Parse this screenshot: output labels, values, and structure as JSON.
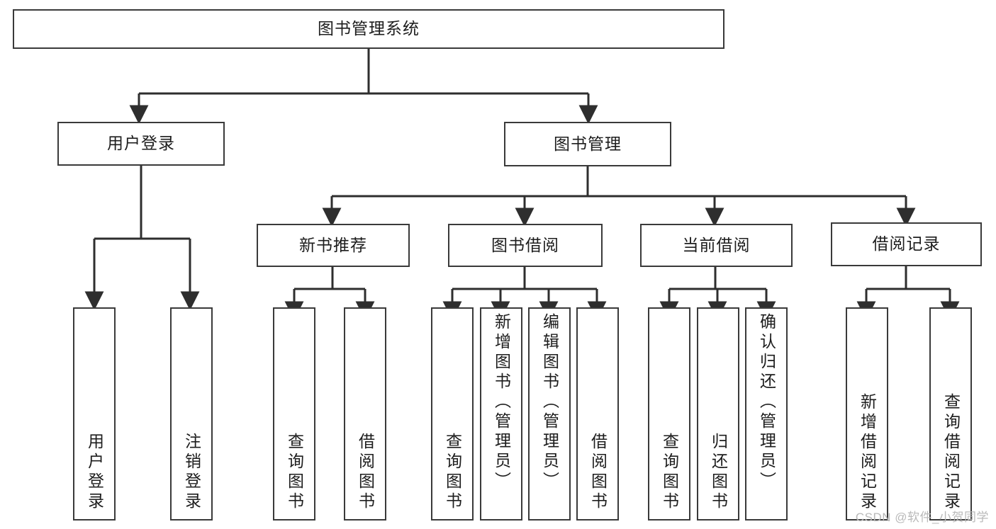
{
  "diagram": {
    "type": "tree-hierarchy-chart",
    "title": "图书管理系统",
    "watermark": "CSDN @软件_小贺同学",
    "colors": {
      "box_border": "#3a3a3a",
      "box_fill": "#ffffff",
      "connector": "#2e2e2e",
      "text": "#1d1d1d",
      "watermark": "#b9b9b9",
      "background": "#ffffff"
    },
    "root": {
      "label": "图书管理系统"
    },
    "level1": [
      {
        "label": "用户登录"
      },
      {
        "label": "图书管理"
      }
    ],
    "level2": [
      {
        "label": "新书推荐"
      },
      {
        "label": "图书借阅"
      },
      {
        "label": "当前借阅"
      },
      {
        "label": "借阅记录"
      }
    ],
    "leaves": {
      "user_login": [
        {
          "label": "用户登录"
        },
        {
          "label": "注销登录"
        }
      ],
      "new_book_recommend": [
        {
          "label": "查询图书"
        },
        {
          "label": "借阅图书"
        }
      ],
      "book_borrow": [
        {
          "label": "查询图书"
        },
        {
          "label": "新增图书（管理员）"
        },
        {
          "label": "编辑图书（管理员）"
        },
        {
          "label": "借阅图书"
        }
      ],
      "current_borrow": [
        {
          "label": "查询图书"
        },
        {
          "label": "归还图书"
        },
        {
          "label": "确认归还（管理员）"
        }
      ],
      "borrow_records": [
        {
          "label": "新增借阅记录"
        },
        {
          "label": "查询借阅记录"
        }
      ]
    }
  }
}
